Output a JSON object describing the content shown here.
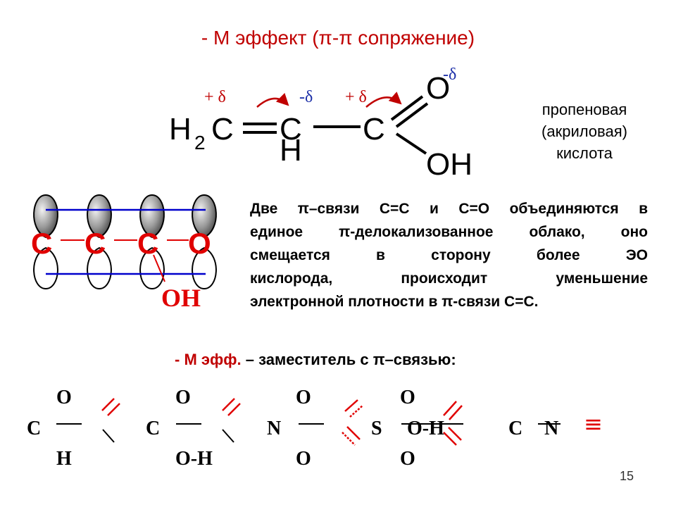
{
  "title": "- М эффект (π-π сопряжение)",
  "acrylic": {
    "formula": {
      "h2": "H",
      "sub2": "2",
      "c1": "C",
      "c2": "C",
      "h": "H",
      "c3": "C",
      "o": "O",
      "oh": "OH"
    },
    "charges": {
      "c1": "+ δ",
      "c2": "-δ",
      "c3": "+ δ",
      "o": "-δ"
    },
    "name": [
      "пропеновая",
      "(акриловая)",
      "кислота"
    ]
  },
  "orbitals": {
    "atoms": [
      "C",
      "C",
      "C",
      "O"
    ],
    "oh": "OH"
  },
  "paragraph": [
    "Две π–связи С=С и С=О объединяются в",
    "единое π-делокализованное облако, оно",
    "смещается в сторону более ЭО",
    "кислорода, происходит уменьшение",
    "электронной плотности в π-связи С=С."
  ],
  "subheading": {
    "lead": "- М эфф.",
    "rest": " – заместитель с π–связью:"
  },
  "groups": [
    {
      "top": "O",
      "center": "C",
      "bottom": "H"
    },
    {
      "top": "O",
      "center": "C",
      "bottom": "O-H"
    },
    {
      "top": "O",
      "center": "N",
      "bottom": "O"
    },
    {
      "top": "O",
      "center": "S",
      "right": "O-H",
      "bottom": "O"
    },
    {
      "center": "C",
      "right": "N"
    }
  ],
  "triple_symbol": "≡",
  "page_number": "15",
  "colors": {
    "red": "#c00000",
    "blue": "#0000cc",
    "orbital_dark": "#8a8a8a",
    "orbital_light": "#ffffff"
  }
}
